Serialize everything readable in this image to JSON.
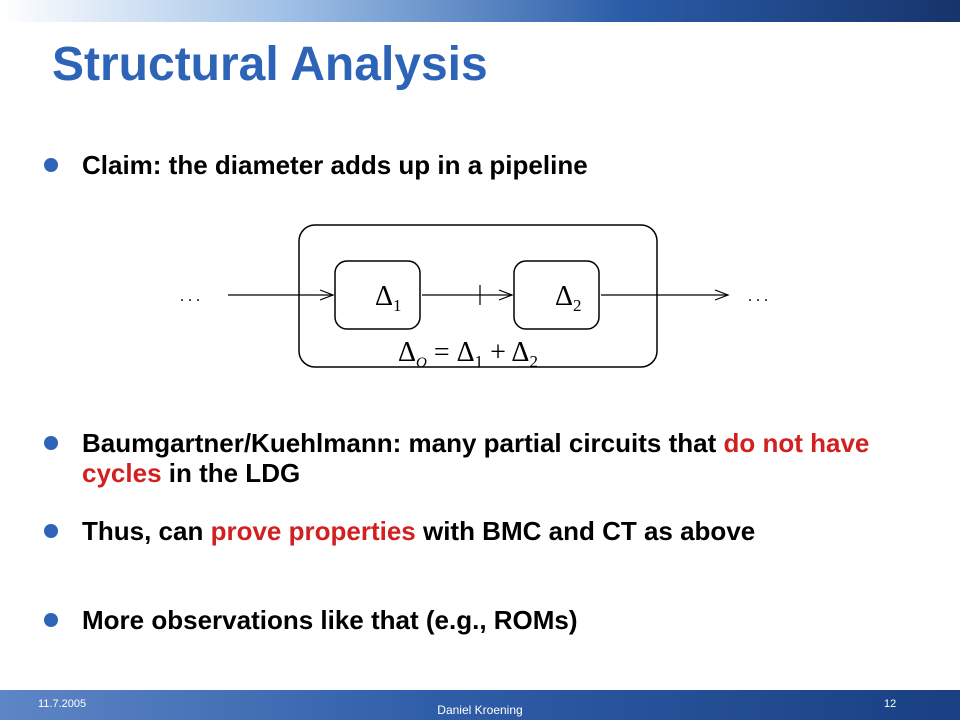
{
  "slide": {
    "title": "Structural Analysis",
    "bullets": [
      {
        "text": "Claim: the diameter adds up in a pipeline"
      },
      {
        "pre": "Baumgartner/Kuehlmann: many partial circuits that ",
        "em": "do not have cycles",
        "post": " in the LDG"
      },
      {
        "pre": "Thus, can ",
        "em": "prove properties",
        "post": " with BMC and CT as above"
      },
      {
        "text": "More observations like that (e.g., ROMs)"
      }
    ],
    "diagram": {
      "left_dots": ". . .",
      "right_dots": ". . .",
      "box1": "Δ",
      "box1_sub": "1",
      "box2": "Δ",
      "box2_sub": "2",
      "eq": {
        "d": "Δ",
        "o": "O",
        "eq": " = ",
        "plus": " + ",
        "s1": "1",
        "s2": "2"
      }
    }
  },
  "footer": {
    "date": "11.7.2005",
    "author": "Daniel Kroening",
    "page": "12"
  },
  "colors": {
    "title": "#2e64b8",
    "emphasis": "#d21f1f",
    "bullet": "#2e64b8"
  }
}
